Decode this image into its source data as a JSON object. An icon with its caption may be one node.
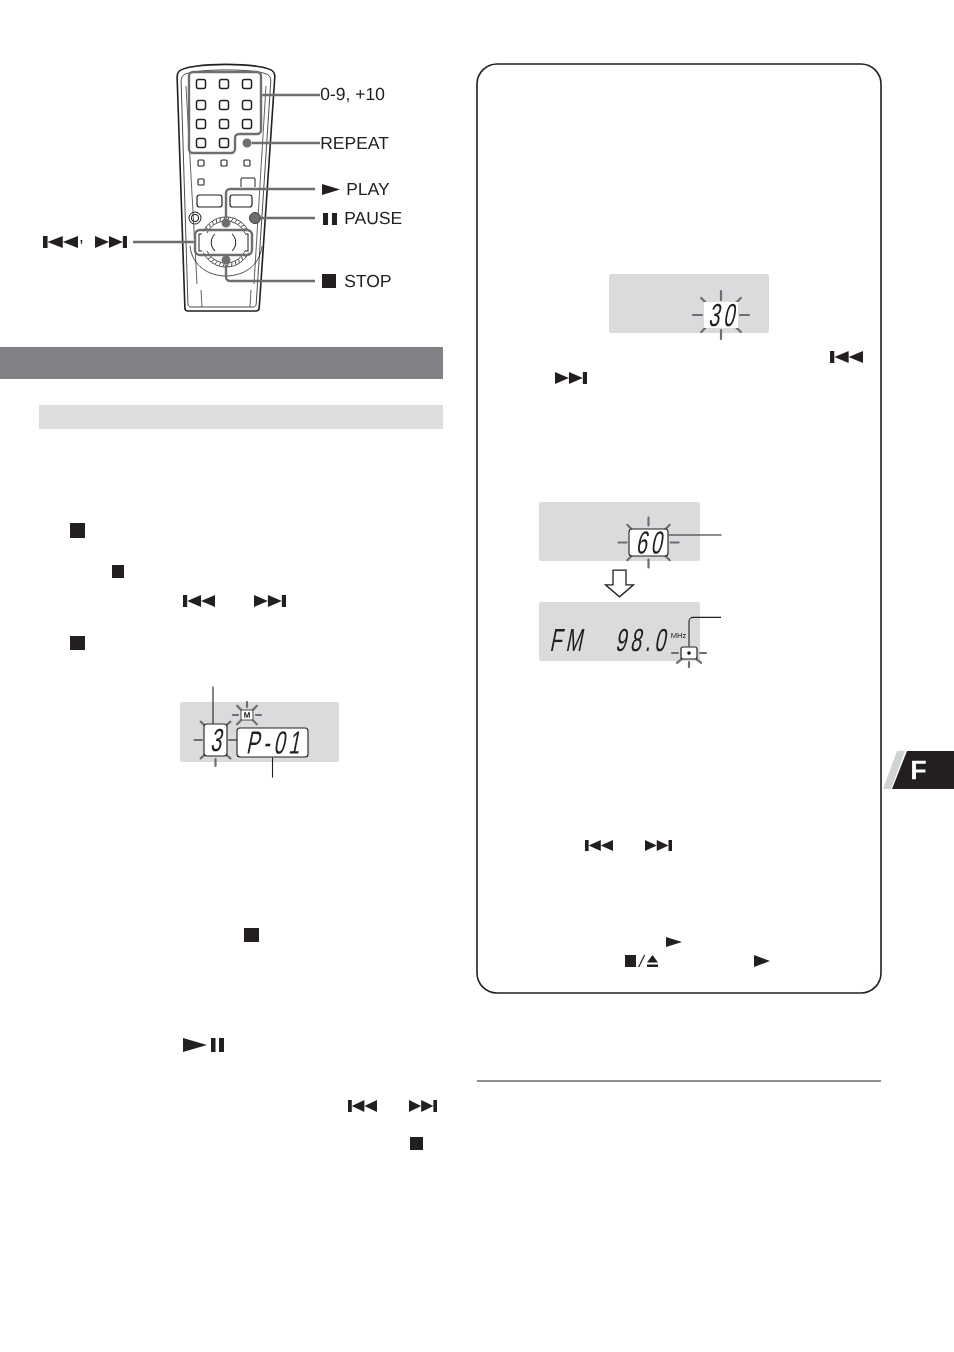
{
  "diagram": {
    "nodes": [
      {
        "text": [],
        "shape": "picture"
      },
      {
        "text": [],
        "shape": "box",
        "in": 0
      },
      {
        "text": [],
        "shape": "circle",
        "in": 0
      },
      {
        "text": [],
        "shape": "circle",
        "in": 0
      },
      {
        "text": [],
        "shape": "circle",
        "in": 0
      },
      {
        "text": [],
        "shape": "box",
        "in": 0
      },
      {
        "text": [],
        "shape": "circle",
        "in": 0
      },
      {
        "text": [
          "0-9, +10"
        ]
      },
      {
        "text": [
          "REPEAT"
        ]
      },
      {
        "text": [
          "PLAY"
        ]
      },
      {
        "text": [
          "PAUSE"
        ]
      },
      {
        "text": [
          ","
        ]
      },
      {
        "text": [
          "STOP"
        ]
      },
      {
        "text": [],
        "shape": "bar"
      },
      {
        "text": [],
        "shape": "bar"
      },
      {
        "text": [],
        "shape": "box"
      },
      {
        "text": [
          "3"
        ],
        "in": 15
      },
      {
        "text": [
          "M"
        ],
        "in": 15
      },
      {
        "text": [
          "P-01"
        ],
        "in": 15
      },
      {
        "text": [],
        "shape": "box"
      },
      {
        "text": [],
        "shape": "box",
        "in": 19
      },
      {
        "text": [
          "30"
        ],
        "in": 20
      },
      {
        "text": [],
        "shape": "box",
        "in": 19
      },
      {
        "text": [
          "60"
        ],
        "in": 22
      },
      {
        "text": [
          "FM",
          "98.0",
          "MHz"
        ],
        "in": 19
      },
      {
        "text": [],
        "shape": "box",
        "in": 24
      },
      {
        "text": [
          "F"
        ]
      }
    ],
    "edges": [
      {
        "from": 7,
        "to": 1,
        "arrow": "none"
      },
      {
        "from": 8,
        "to": 2,
        "arrow": "none"
      },
      {
        "from": 9,
        "to": 3,
        "arrow": "none"
      },
      {
        "from": 10,
        "to": 4,
        "arrow": "none"
      },
      {
        "from": 11,
        "to": 5,
        "arrow": "none"
      },
      {
        "from": 12,
        "to": 6,
        "arrow": "none"
      },
      {
        "from": null,
        "to": 16,
        "arrow": "none",
        "color": "#231f20"
      },
      {
        "from": null,
        "to": 18,
        "arrow": "none",
        "color": "#231f20"
      },
      {
        "from": 22,
        "to": 24,
        "arrow": "to",
        "color": "#231f20"
      },
      {
        "from": null,
        "to": 23,
        "arrow": "none",
        "color": "#231f20"
      },
      {
        "from": null,
        "to": 25,
        "arrow": "none",
        "color": "#231f20"
      }
    ]
  }
}
